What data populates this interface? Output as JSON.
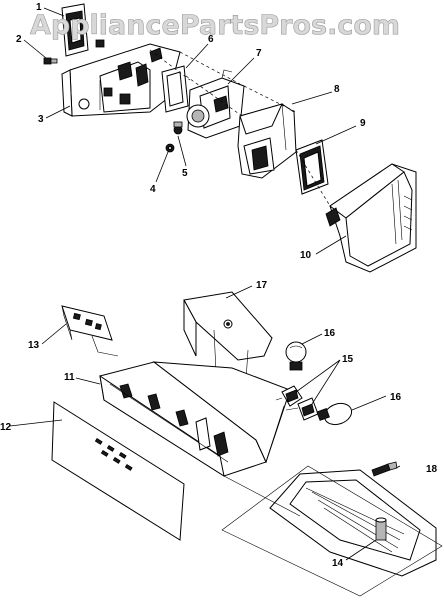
{
  "watermark": "AppliancePartsPros.com",
  "callouts": [
    "1",
    "2",
    "3",
    "4",
    "5",
    "6",
    "7",
    "8",
    "9",
    "10",
    "11",
    "12",
    "13",
    "14",
    "15",
    "16",
    "16",
    "17",
    "18"
  ]
}
